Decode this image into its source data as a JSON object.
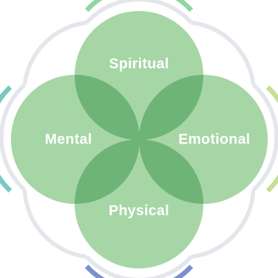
{
  "diagram": {
    "petals": [
      {
        "key": "spiritual",
        "label": "Spiritual",
        "accent": "#8fd6a6"
      },
      {
        "key": "emotional",
        "label": "Emotional",
        "accent": "#c5df93"
      },
      {
        "key": "physical",
        "label": "Physical",
        "accent": "#7a91cf"
      },
      {
        "key": "mental",
        "label": "Mental",
        "accent": "#79c8c2"
      }
    ],
    "colors": {
      "circle_fill": "#a7d6a6",
      "overlap_fill": "#6fb477",
      "outline": "#e5e5ec"
    }
  }
}
